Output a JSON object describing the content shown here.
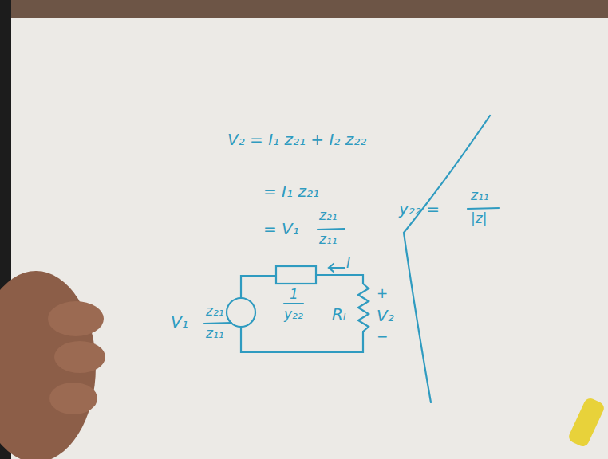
{
  "diagram": {
    "labels": [
      "V₂ = I₁ z₂₁ + I₂ z₂₂",
      "= I₁ z₂₁",
      "= V₁",
      "z₂₁",
      "z₁₁",
      "y₂₂ =",
      "z₁₁",
      "|z|",
      "V₁",
      "z₂₁",
      "z₁₁",
      "1",
      "y₂₂",
      "I",
      "Rₗ",
      "V₂",
      "+",
      "−"
    ]
  }
}
